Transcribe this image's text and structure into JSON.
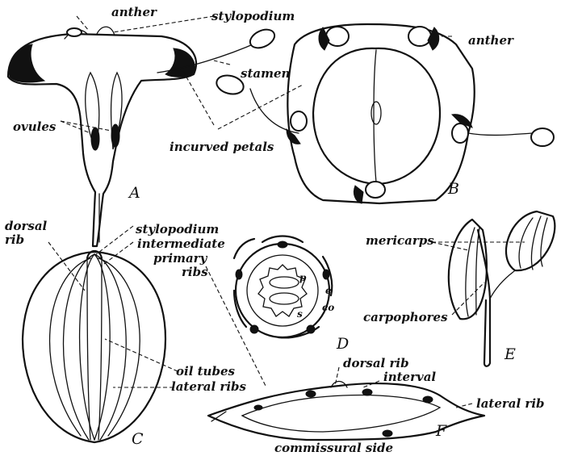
{
  "labels": {
    "anther_a": "anther",
    "stylopodium_a": "stylopodium",
    "stamen": "stamen",
    "ovules": "ovules",
    "incurved_petals": "incurved petals",
    "anther_b": "anther",
    "dorsal_rib_c_1": "dorsal",
    "dorsal_rib_c_2": "rib",
    "stylopodium_c": "stylopodium",
    "intermediate": "intermediate",
    "primary": "primary",
    "ribs": "ribs",
    "oil_tubes": "oil tubes",
    "lateral_ribs": "lateral ribs",
    "mericarps": "mericarps",
    "carpophores": "carpophores",
    "dorsal_rib_f": "dorsal rib",
    "interval": "interval",
    "lateral_rib_f": "lateral rib",
    "commissural_side": "commissural side",
    "d_p": "p",
    "d_e": "e",
    "d_co": "co",
    "d_s": "s"
  },
  "panels": {
    "a": "A",
    "b": "B",
    "c": "C",
    "d": "D",
    "e": "E",
    "f": "F"
  }
}
